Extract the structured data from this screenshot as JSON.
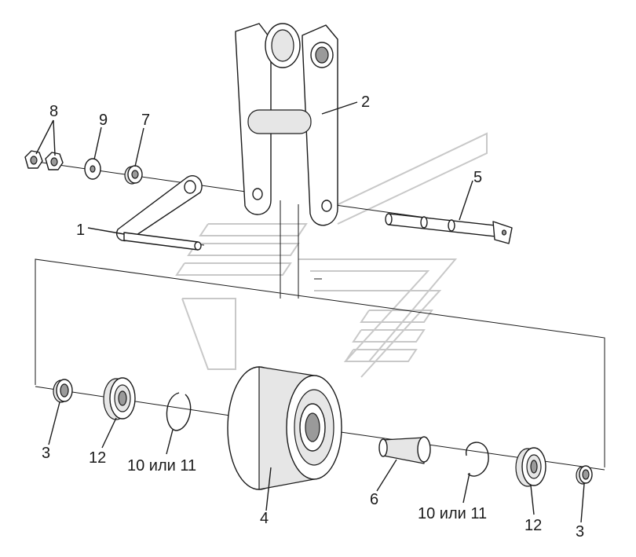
{
  "callouts": {
    "c1": "1",
    "c2": "2",
    "c3_left": "3",
    "c3_right": "3",
    "c4": "4",
    "c5": "5",
    "c6": "6",
    "c7": "7",
    "c8": "8",
    "c9": "9",
    "c10_left": "10 или 11",
    "c10_right": "10 или 11",
    "c12_left": "12",
    "c12_right": "12"
  },
  "colors": {
    "line": "#1a1a1a",
    "part_fill": "#ffffff",
    "shade": "#e6e6e6",
    "dark_shade": "#9a9a9a",
    "watermark": "#c8c8c8"
  }
}
